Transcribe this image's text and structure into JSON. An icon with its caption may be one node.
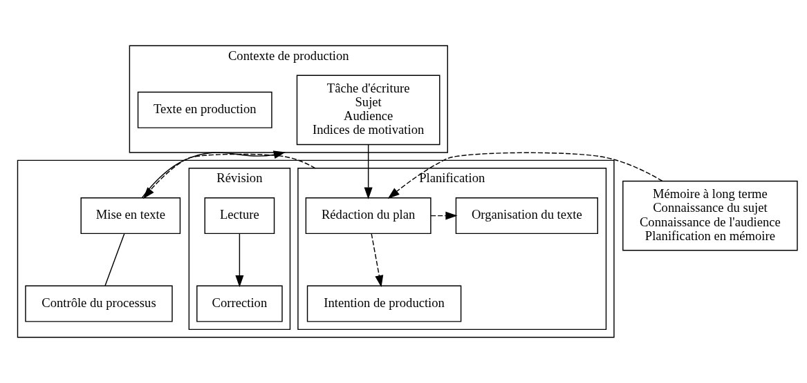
{
  "diagram": {
    "nodes": [
      {
        "text": [
          "Contexte de production"
        ]
      },
      {
        "text": [
          "Tâche d'écriture",
          "Sujet",
          "Audience",
          "Indices de motivation"
        ],
        "in": 0
      },
      {
        "text": [
          "Texte en production"
        ],
        "in": 0
      },
      {
        "text": [
          "Mémoire à long terme",
          "Connaissance du sujet",
          "Connaissance de l'audience",
          "Planification en mémoire"
        ]
      },
      {
        "text": [],
        "shape": "box"
      },
      {
        "text": [
          "Planification"
        ],
        "in": 4
      },
      {
        "text": [
          "Rédaction du plan"
        ],
        "in": 5
      },
      {
        "text": [
          "Organisation du texte"
        ],
        "in": 5
      },
      {
        "text": [
          "Intention de production"
        ],
        "in": 5
      },
      {
        "text": [
          "Mise en texte"
        ],
        "in": 4
      },
      {
        "text": [
          "Révision"
        ],
        "in": 4
      },
      {
        "text": [
          "Lecture"
        ],
        "in": 10
      },
      {
        "text": [
          "Correction"
        ],
        "in": 10
      },
      {
        "text": [
          "Contrôle du processus"
        ],
        "in": 4
      }
    ],
    "edges": [
      {
        "from": 1,
        "to": 6,
        "arrow": "to"
      },
      {
        "from": 3,
        "to": 6,
        "arrow": "to",
        "style": "dashed"
      },
      {
        "from": 6,
        "to": 7,
        "arrow": "to",
        "style": "dashed"
      },
      {
        "from": 6,
        "to": 8,
        "arrow": "to",
        "style": "dashed"
      },
      {
        "from": 5,
        "to": 9,
        "arrow": "to",
        "style": "dashed"
      },
      {
        "from": 9,
        "to": 0,
        "arrow": "to"
      },
      {
        "from": 11,
        "to": 12,
        "arrow": "to"
      },
      {
        "from": 13,
        "to": 9,
        "arrow": "none"
      }
    ]
  }
}
